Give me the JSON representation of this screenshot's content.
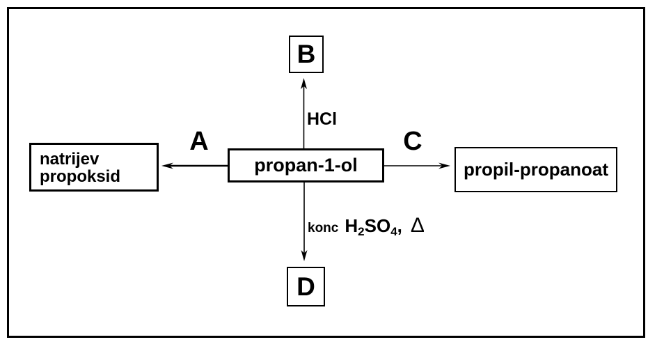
{
  "canvas": {
    "background": "#ffffff",
    "line_color": "#000000"
  },
  "boxes": {
    "top": "B",
    "bottom": "D",
    "left": {
      "line1": "natrijev",
      "line2": "propoksid"
    },
    "center": "propan-1-ol",
    "right": "propil-propanoat"
  },
  "arrow_labels": {
    "left": "A",
    "right": "C",
    "up": "HCl",
    "down": {
      "prefix": "konc",
      "formula_base1": "H",
      "formula_sub1": "2",
      "formula_base2": "SO",
      "formula_sub2": "4",
      "separator": ",",
      "delta": "Δ"
    }
  }
}
